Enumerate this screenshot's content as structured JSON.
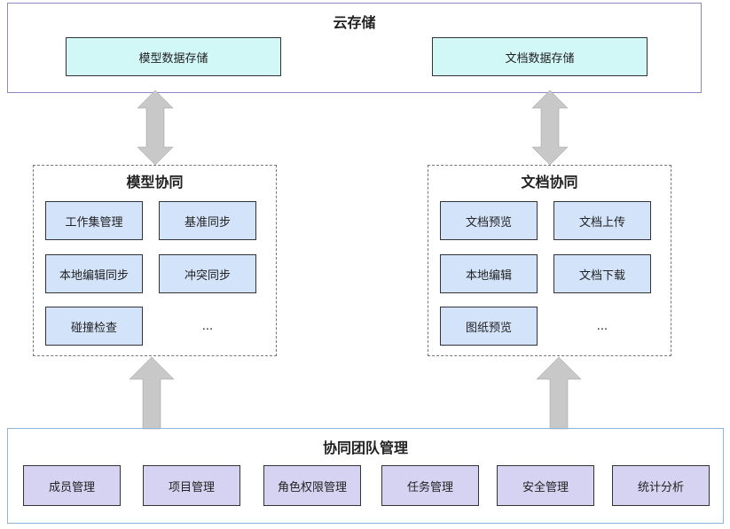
{
  "cloud": {
    "title": "云存储",
    "items": [
      "模型数据存储",
      "文档数据存储"
    ]
  },
  "model": {
    "title": "模型协同",
    "items": [
      "工作集管理",
      "基准同步",
      "本地编辑同步",
      "冲突同步",
      "碰撞检查",
      "..."
    ]
  },
  "doc": {
    "title": "文档协同",
    "items": [
      "文档预览",
      "文档上传",
      "本地编辑",
      "文档下载",
      "图纸预览",
      "..."
    ]
  },
  "team": {
    "title": "协同团队管理",
    "items": [
      "成员管理",
      "项目管理",
      "角色权限管理",
      "任务管理",
      "安全管理",
      "统计分析"
    ]
  },
  "colors": {
    "cloud_box": "#d2f7f7",
    "collab_box": "#d3e3f9",
    "team_box": "#d6d2f2",
    "arrow": "#c8c8c8"
  }
}
